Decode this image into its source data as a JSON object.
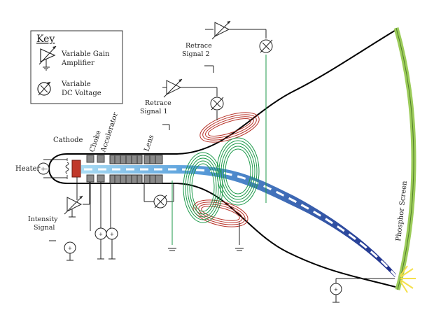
{
  "key": {
    "title": "Key",
    "amplifier_label_1": "Variable Gain",
    "amplifier_label_2": "Amplifier",
    "voltage_label_1": "Variable",
    "voltage_label_2": "DC Voltage"
  },
  "labels": {
    "heater": "Heater",
    "cathode": "Cathode",
    "choke": "Choke",
    "accelerator": "Accelerator",
    "lens": "Lens",
    "intensity_1": "Intensity",
    "intensity_2": "Signal",
    "retrace1_1": "Retrace",
    "retrace1_2": "Signal 1",
    "retrace2_1": "Retrace",
    "retrace2_2": "Signal 2",
    "phosphor_screen": "Phosphor Screen"
  },
  "colors": {
    "screen": "#9ccc5a",
    "beam_dark": "#1f2e8a",
    "beam_light": "#8fd0f0",
    "coil_green": "#1d9a4a",
    "coil_red": "#b8342a",
    "cathode": "#c0392b",
    "spark": "#f5e04a"
  }
}
